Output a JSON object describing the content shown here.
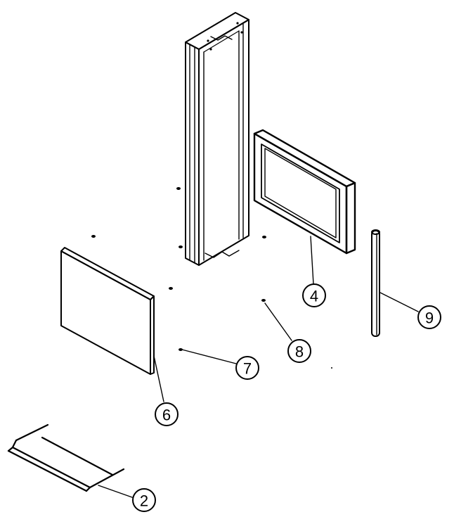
{
  "diagram": {
    "callouts": [
      {
        "id": "part-2",
        "label": "2"
      },
      {
        "id": "part-4",
        "label": "4"
      },
      {
        "id": "part-6",
        "label": "6"
      },
      {
        "id": "part-7",
        "label": "7"
      },
      {
        "id": "part-8",
        "label": "8"
      },
      {
        "id": "part-9",
        "label": "9"
      }
    ]
  }
}
